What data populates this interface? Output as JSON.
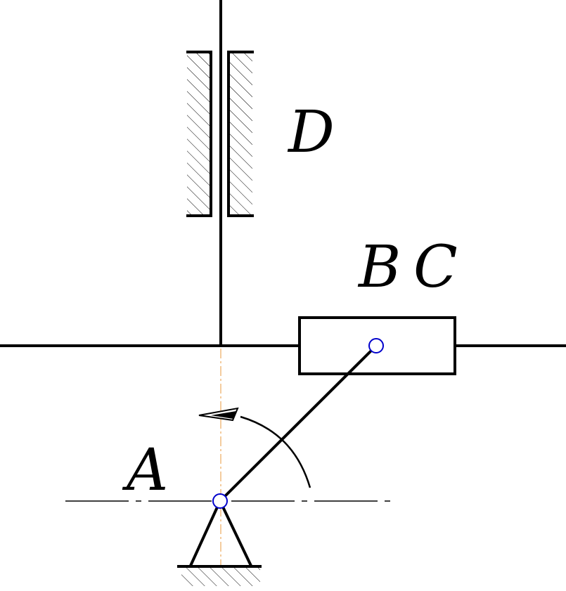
{
  "labels": {
    "point_a": "A",
    "point_b": "B",
    "point_c": "C",
    "point_d": "D"
  },
  "colors": {
    "line": "#000000",
    "joint": "#0000cc",
    "centerline": "#e89a3c",
    "background": "#ffffff"
  }
}
